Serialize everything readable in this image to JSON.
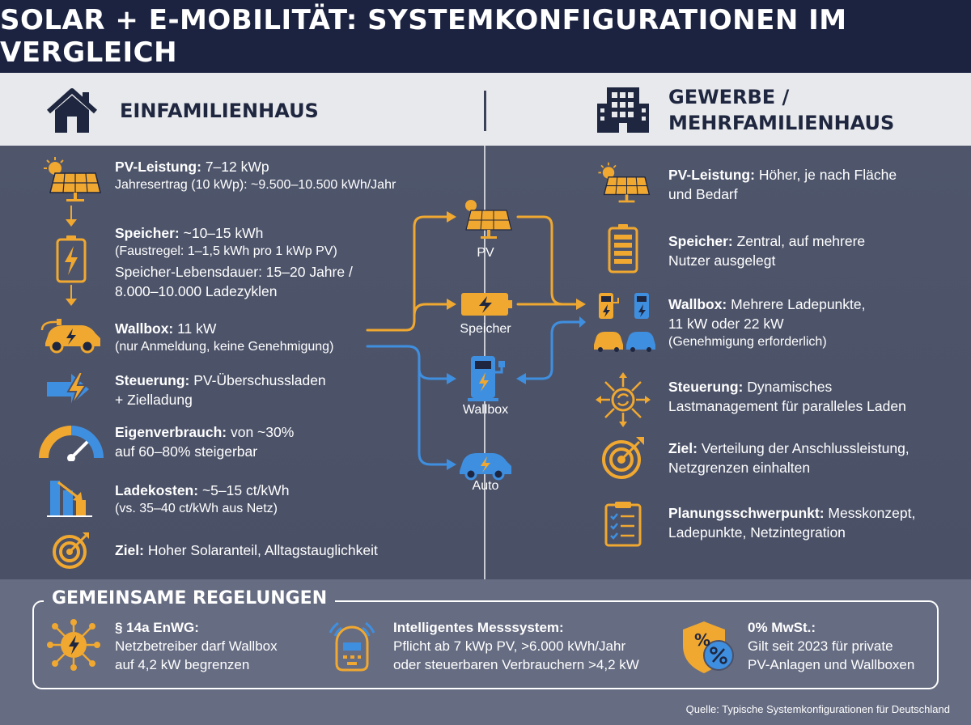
{
  "title": "SOLAR + E-MOBILITÄT: SYSTEMKONFIGURATIONEN IM VERGLEICH",
  "left_header": "EINFAMILIENHAUS",
  "right_header_line1": "GEWERBE /",
  "right_header_line2": "MEHRFAMILIENHAUS",
  "left_items": {
    "pv": {
      "label": "PV-Leistung:",
      "value": " 7–12 kWp",
      "sub": "Jahresertrag (10 kWp): ~9.500–10.500 kWh/Jahr"
    },
    "speicher": {
      "label": "Speicher:",
      "value": " ~10–15 kWh",
      "sub": "(Faustregel: 1–1,5 kWh pro 1 kWp PV)",
      "extra1": "Speicher-Lebensdauer: 15–20 Jahre /",
      "extra2": "8.000–10.000 Ladezyklen"
    },
    "wallbox": {
      "label": "Wallbox:",
      "value": " 11 kW",
      "sub": "(nur Anmeldung, keine Genehmigung)"
    },
    "steuerung": {
      "label": "Steuerung:",
      "value": " PV-Überschussladen",
      "line2": "+ Zielladung"
    },
    "eigen": {
      "label": "Eigenverbrauch:",
      "value": " von ~30%",
      "line2": "auf 60–80% steigerbar"
    },
    "kosten": {
      "label": "Ladekosten:",
      "value": " ~5–15 ct/kWh",
      "sub": "(vs. 35–40 ct/kWh aus Netz)"
    },
    "ziel": {
      "label": "Ziel:",
      "value": " Hoher Solaranteil, Alltagstauglichkeit"
    }
  },
  "flow": {
    "pv": "PV",
    "speicher": "Speicher",
    "wallbox": "Wallbox",
    "auto": "Auto"
  },
  "right_items": {
    "pv": {
      "label": "PV-Leistung:",
      "value": " Höher, je nach Fläche",
      "line2": "und Bedarf"
    },
    "speicher": {
      "label": "Speicher:",
      "value": " Zentral, auf mehrere",
      "line2": "Nutzer ausgelegt"
    },
    "wallbox": {
      "label": "Wallbox:",
      "value": " Mehrere Ladepunkte,",
      "line2": "11 kW oder 22 kW",
      "sub": "(Genehmigung erforderlich)"
    },
    "steuerung": {
      "label": "Steuerung:",
      "value": " Dynamisches",
      "line2": "Lastmanagement für paralleles Laden"
    },
    "ziel": {
      "label": "Ziel:",
      "value": " Verteilung der Anschlussleistung,",
      "line2": "Netzgrenzen einhalten"
    },
    "planung": {
      "label": "Planungsschwerpunkt:",
      "value": " Messkonzept,",
      "line2": "Ladepunkte, Netzintegration"
    }
  },
  "rules": {
    "title": "GEMEINSAME REGELUNGEN",
    "r1": {
      "title": "§ 14a EnWG:",
      "line1": "Netzbetreiber darf Wallbox",
      "line2": "auf 4,2 kW begrenzen"
    },
    "r2": {
      "title": "Intelligentes Messsystem:",
      "line1": "Pflicht ab 7 kWp PV, >6.000 kWh/Jahr",
      "line2": "oder steuerbaren Verbrauchern >4,2 kW"
    },
    "r3": {
      "title": "0% MwSt.:",
      "line1": "Gilt seit 2023 für private",
      "line2": "PV-Anlagen und Wallboxen"
    }
  },
  "source": "Quelle: Typische Systemkonfigurationen für Deutschland",
  "colors": {
    "accent_orange": "#f0a830",
    "accent_blue": "#3f8fe0",
    "dark_navy": "#1c2340"
  }
}
